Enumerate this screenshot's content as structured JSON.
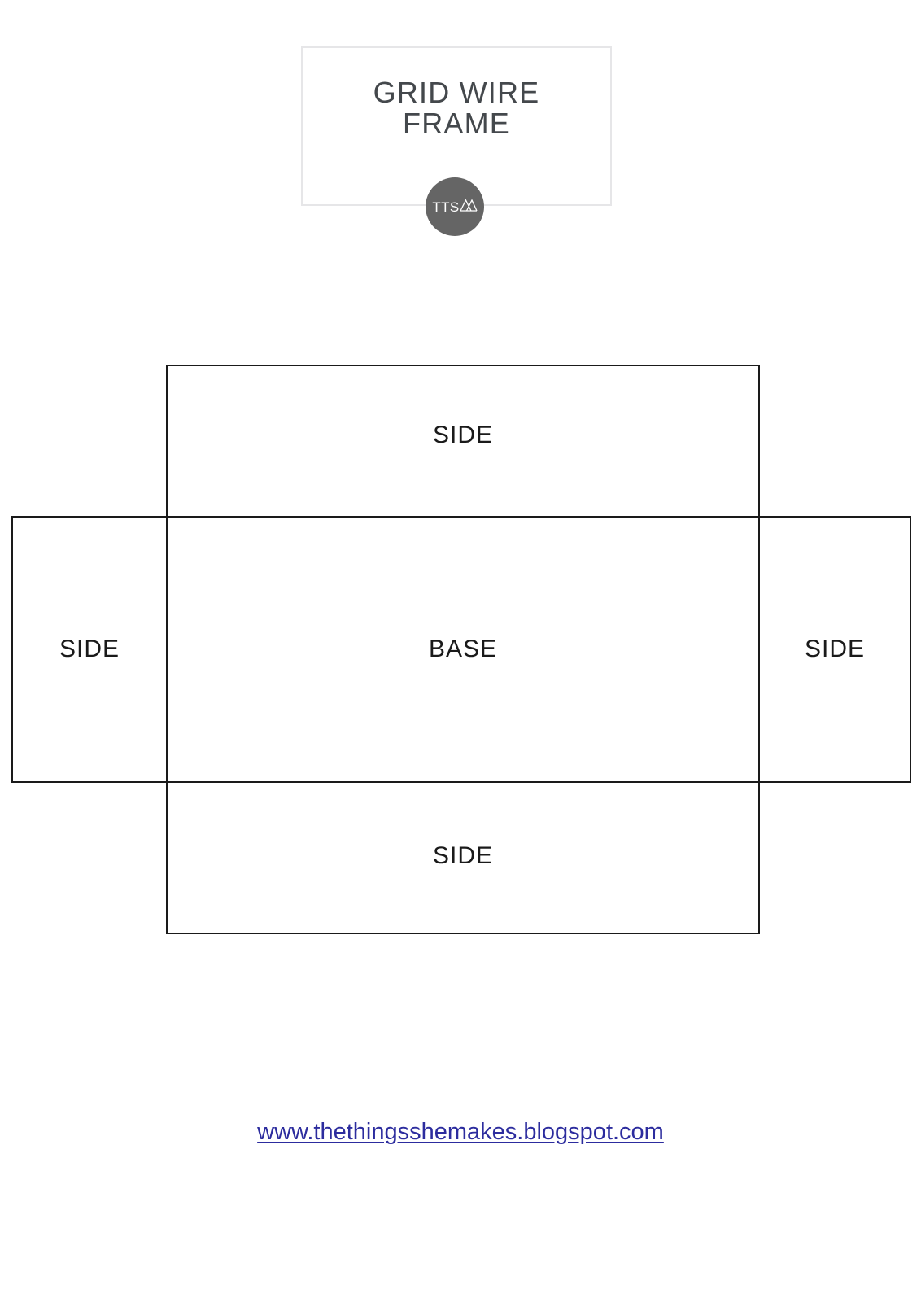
{
  "document": {
    "title": "GRID WIRE FRAME",
    "page_background": "#ffffff"
  },
  "header": {
    "title_line1": "GRID WIRE",
    "title_line2": "FRAME",
    "title_text": "GRID WIRE\nFRAME",
    "title_color": "#44484c",
    "card_border_color": "#e6e6e8"
  },
  "logo": {
    "text": "TTS",
    "mark_name": "double-triangle-mountain-mark",
    "badge_color": "#656565",
    "text_color": "#ffffff"
  },
  "template": {
    "line_color": "#1a1a1a",
    "label_color": "#1a1a1a",
    "panels": [
      {
        "id": "side-top",
        "label": "SIDE"
      },
      {
        "id": "side-left",
        "label": "SIDE"
      },
      {
        "id": "base",
        "label": "BASE"
      },
      {
        "id": "side-right",
        "label": "SIDE"
      },
      {
        "id": "side-bottom",
        "label": "SIDE"
      }
    ]
  },
  "footer": {
    "url_text": "www.thethingsshemakes.blogspot.com",
    "url_color": "#2c2c9e"
  }
}
